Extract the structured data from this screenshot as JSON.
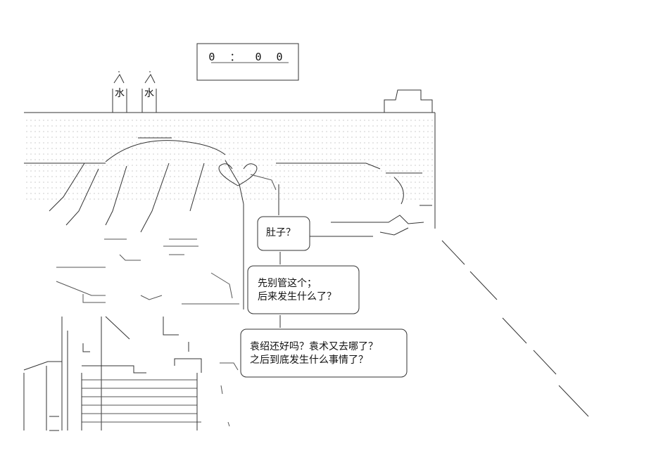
{
  "scene": {
    "timer_display": "0 ： 0 0",
    "bottle_labels": [
      "水",
      "水"
    ]
  },
  "bubbles": {
    "belly": "肚子？",
    "reply": [
      "先别管这个；",
      "后来发生什么了？"
    ],
    "question": [
      "袁绍还好吗？袁术又去哪了？",
      "之后到底发生什么事情了？"
    ]
  }
}
